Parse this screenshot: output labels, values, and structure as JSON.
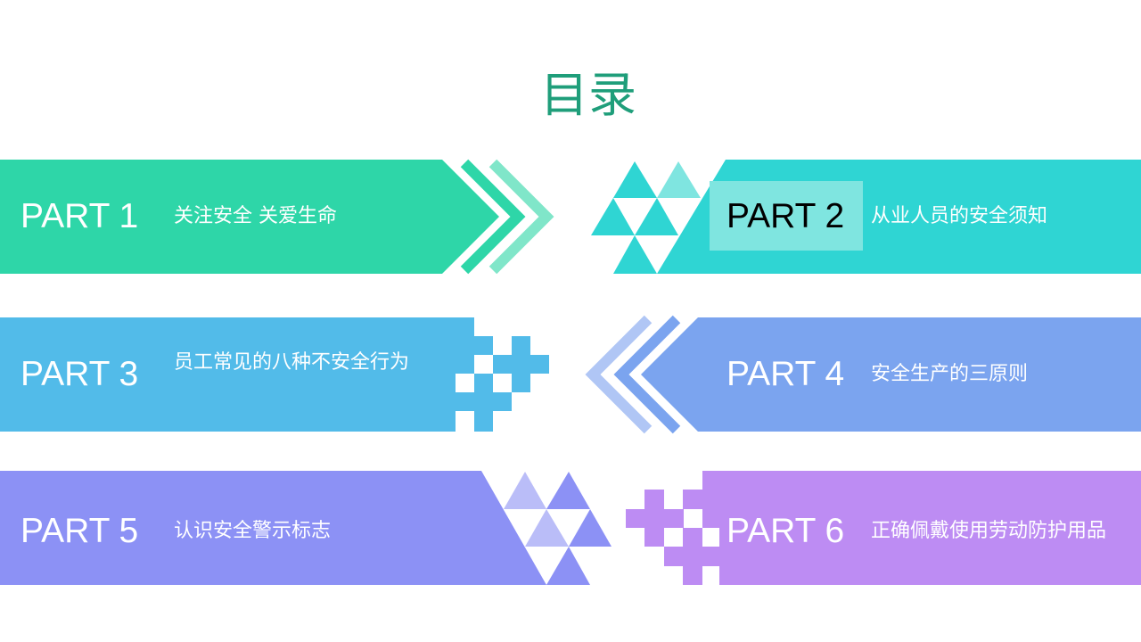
{
  "title": "目录",
  "colors": {
    "title": "#1f9e7a",
    "part1": "#2ed6a8",
    "part1_chevron_light": "#80e6c9",
    "part2": "#2fd5d3",
    "part2_light": "#7fe5e0",
    "part3": "#52bbe9",
    "part4": "#7ba4ef",
    "part4_chevron_light": "#b0c6f5",
    "part5": "#8c91f5",
    "part5_light": "#babdf8",
    "part6": "#bd8cf3"
  },
  "items": [
    {
      "part": "PART 1",
      "label": "关注安全  关爱生命"
    },
    {
      "part": "PART 2",
      "label": "从业人员的安全须知"
    },
    {
      "part": "PART 3",
      "label": "员工常见的八种不安全行为"
    },
    {
      "part": "PART 4",
      "label": "安全生产的三原则"
    },
    {
      "part": "PART 5",
      "label": "认识安全警示标志"
    },
    {
      "part": "PART 6",
      "label": "正确佩戴使用劳动防护用品"
    }
  ]
}
